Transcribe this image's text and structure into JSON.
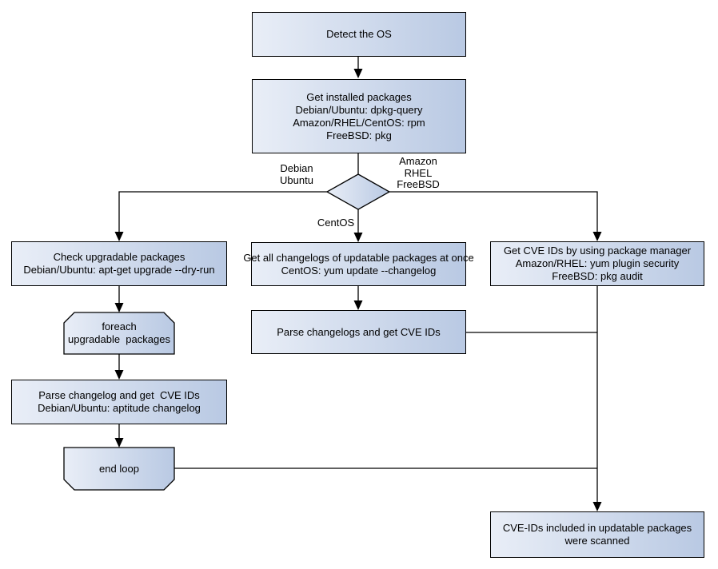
{
  "colors": {
    "background": "#ffffff",
    "node_fill_light": "#e9eef7",
    "node_fill_dark": "#b9c9e3",
    "node_border": "#000000",
    "text": "#000000"
  },
  "nodes": {
    "detect_os": {
      "lines": [
        "Detect the OS"
      ]
    },
    "get_installed_packages": {
      "lines": [
        "Get installed packages",
        "Debian/Ubuntu: dpkg-query",
        "Amazon/RHEL/CentOS: rpm",
        "FreeBSD: pkg"
      ]
    },
    "os_decision": {
      "type": "decision"
    },
    "check_upgradable_packages": {
      "lines": [
        "Check upgradable packages",
        "Debian/Ubuntu: apt-get upgrade --dry-run"
      ]
    },
    "foreach_loop": {
      "lines": [
        "foreach",
        "upgradable  packages"
      ]
    },
    "parse_changelog_debian": {
      "lines": [
        "Parse changelog and get  CVE IDs",
        "Debian/Ubuntu: aptitude changelog"
      ]
    },
    "end_loop": {
      "lines": [
        "end loop"
      ]
    },
    "get_all_changelogs": {
      "lines": [
        "Get all changelogs of updatable packages at once",
        "CentOS: yum update --changelog"
      ]
    },
    "parse_changelogs_centos": {
      "lines": [
        "Parse changelogs and get CVE IDs"
      ]
    },
    "get_cve_ids_package_manager": {
      "lines": [
        "Get CVE IDs by using package manager",
        "Amazon/RHEL: yum plugin security",
        "FreeBSD: pkg audit"
      ]
    },
    "result_scanned": {
      "lines": [
        "CVE-IDs included in updatable packages",
        "were scanned"
      ]
    }
  },
  "edge_labels": {
    "debian_ubuntu": [
      "Debian",
      "Ubuntu"
    ],
    "amazon_rhel_freebsd": [
      "Amazon",
      "RHEL",
      "FreeBSD"
    ],
    "centos": [
      "CentOS"
    ]
  }
}
